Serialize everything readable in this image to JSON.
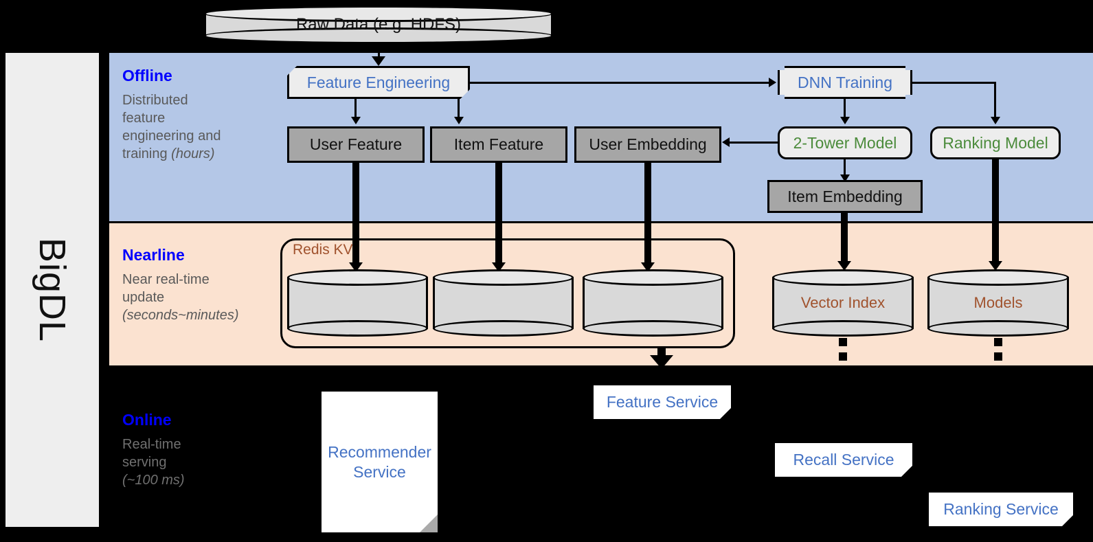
{
  "brand": {
    "rail_label": "BigDL"
  },
  "bands": [
    {
      "key": "offline",
      "title": "Offline",
      "subtitle": "Distributed feature engineering and ",
      "subtitle_em": "(hours)"
    },
    {
      "key": "nearline",
      "title": "Nearline",
      "subtitle": "Near real-time update ",
      "subtitle_em": "(seconds~minutes)"
    },
    {
      "key": "online",
      "title": "Online",
      "subtitle": "Real-time serving ",
      "subtitle_em": "(~100 ms)"
    }
  ],
  "offline_caption_lines": {
    "l1": "Distributed",
    "l2": "feature",
    "l3": "engineering and",
    "l4": "training ",
    "em": "(hours)"
  },
  "nearline_caption_lines": {
    "l1": "Near real-time",
    "l2": "update",
    "em": "(seconds~minutes)"
  },
  "online_caption_lines": {
    "l1": "Real-time",
    "l2": "serving",
    "em": "(~100 ms)"
  },
  "source": {
    "label": "Raw Data (e.g. HDFS)"
  },
  "offline_nodes": {
    "feature_engineering": "Feature Engineering",
    "dnn_training": "DNN Training",
    "user_feature": "User Feature",
    "item_feature": "Item Feature",
    "user_embedding": "User Embedding",
    "two_tower_model": "2-Tower Model",
    "ranking_model": "Ranking Model",
    "item_embedding": "Item Embedding"
  },
  "nearline_nodes": {
    "redis_group_label": "Redis KV",
    "vector_index": "Vector Index",
    "models": "Models"
  },
  "online_nodes": {
    "recommender_service": "Recommender Service",
    "feature_service": "Feature Service",
    "recall_service": "Recall Service",
    "ranking_service": "Ranking Service"
  },
  "colors": {
    "offline_band": "#b4c7e7",
    "nearline_band": "#fbe2d0",
    "online_band": "#000000",
    "band_title": "#0000ff",
    "caption_text": "#595959",
    "blue_node_text": "#4472c4",
    "green_node_text": "#4b8b3b",
    "storage_text": "#a0522d",
    "gray_node_fill": "#a6a6a6",
    "light_node_fill": "#ededed",
    "rail_fill": "#eeeeee"
  }
}
